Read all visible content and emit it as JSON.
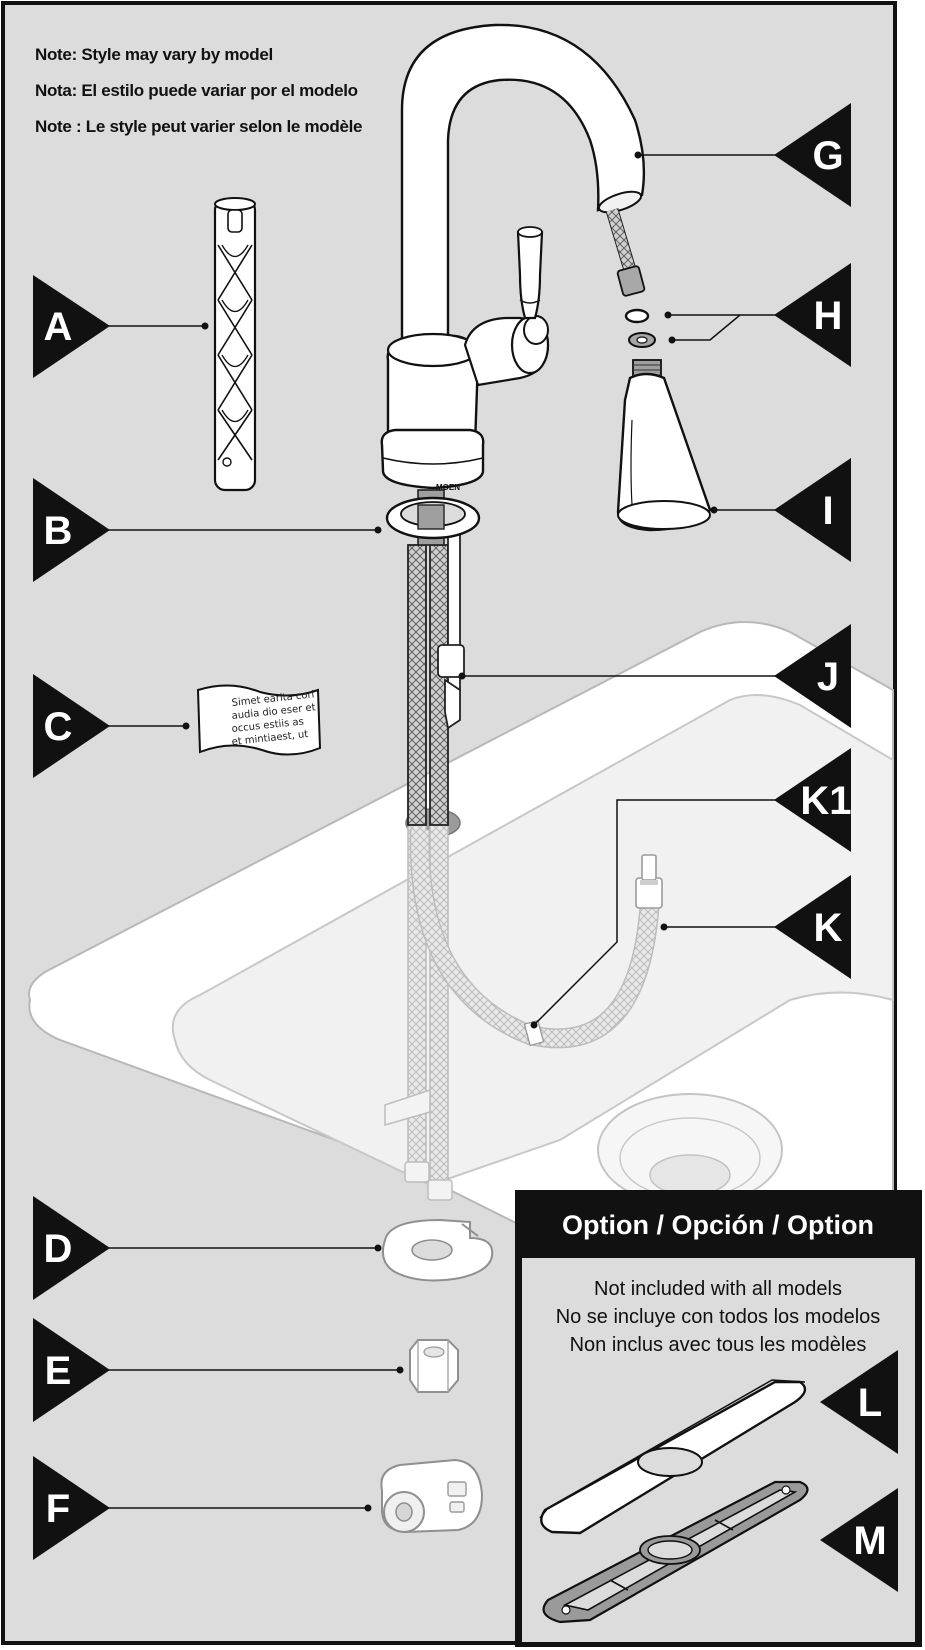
{
  "notes": [
    "Note:  Style may vary by model",
    "Nota: El estilo puede variar por el modelo",
    "Note : Le style peut varier selon le modèle"
  ],
  "parts": [
    "A",
    "B",
    "C",
    "D",
    "E",
    "F",
    "G",
    "H",
    "I",
    "J",
    "K1",
    "K",
    "L",
    "M"
  ],
  "card_text": [
    "Simet earita cori",
    "audia dio eser et",
    "occus estiis as",
    "et mintiaest, ut"
  ],
  "faucet_logo": "MOEN",
  "option_box": {
    "title": "Option / Opción / Option",
    "lines": [
      "Not included with all models",
      "No se incluye con todos los modelos",
      "Non inclus avec tous les modèles"
    ]
  },
  "colors": {
    "background": "#dcdcdc",
    "frame": "#111111",
    "tag_fill": "#111111",
    "part_fill": "#ffffff",
    "faded_part": "#bdbdbd"
  }
}
